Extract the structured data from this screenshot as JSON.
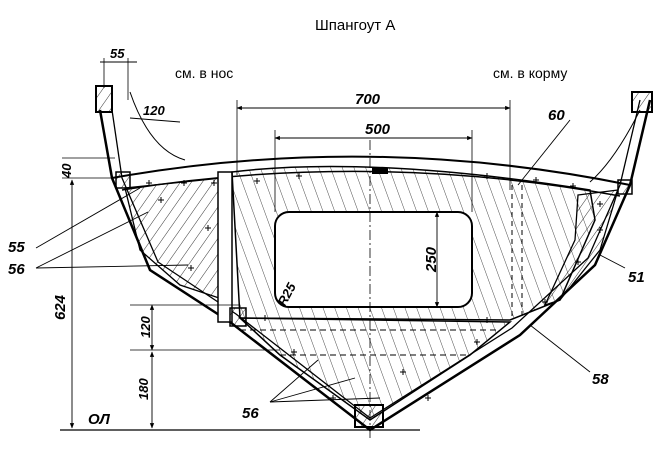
{
  "title": "Шпангоут А",
  "notes": {
    "bow": "см. в нос",
    "stern": "см. в корму"
  },
  "dimensions": {
    "d55": "55",
    "d120_top": "120",
    "d700": "700",
    "d500": "500",
    "d60": "60",
    "d40": "40",
    "d250": "250",
    "r25": "R25",
    "d624": "624",
    "d120_side": "120",
    "d180": "180",
    "baseline": "ОЛ"
  },
  "callouts": {
    "c55": "55",
    "c56_left": "56",
    "c51": "51",
    "c58": "58",
    "c56_bottom": "56"
  }
}
